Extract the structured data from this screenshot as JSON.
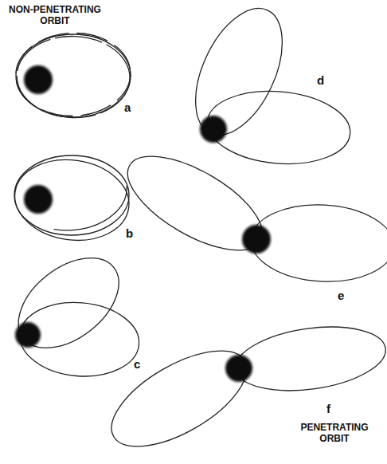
{
  "diagram": {
    "labels": [
      "NON-PENETRATING ORBIT",
      "a",
      "b",
      "c",
      "d",
      "e",
      "f",
      "PENETRATING ORBIT"
    ]
  }
}
